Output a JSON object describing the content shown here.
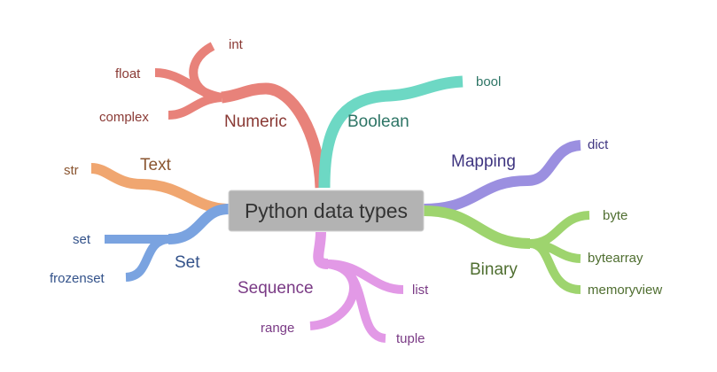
{
  "root": {
    "label": "Python data types"
  },
  "colors": {
    "numeric": "#e8827a",
    "boolean": "#6dd8c4",
    "mapping": "#9b8fe0",
    "binary": "#9ed46e",
    "text": "#f0a670",
    "set": "#7aa3e0",
    "sequence": "#e299e6"
  },
  "branches": {
    "numeric": {
      "label": "Numeric",
      "children": [
        "int",
        "float",
        "complex"
      ]
    },
    "boolean": {
      "label": "Boolean",
      "children": [
        "bool"
      ]
    },
    "mapping": {
      "label": "Mapping",
      "children": [
        "dict"
      ]
    },
    "binary": {
      "label": "Binary",
      "children": [
        "byte",
        "bytearray",
        "memoryview"
      ]
    },
    "text": {
      "label": "Text",
      "children": [
        "str"
      ]
    },
    "set": {
      "label": "Set",
      "children": [
        "set",
        "frozenset"
      ]
    },
    "sequence": {
      "label": "Sequence",
      "children": [
        "list",
        "range",
        "tuple"
      ]
    }
  }
}
